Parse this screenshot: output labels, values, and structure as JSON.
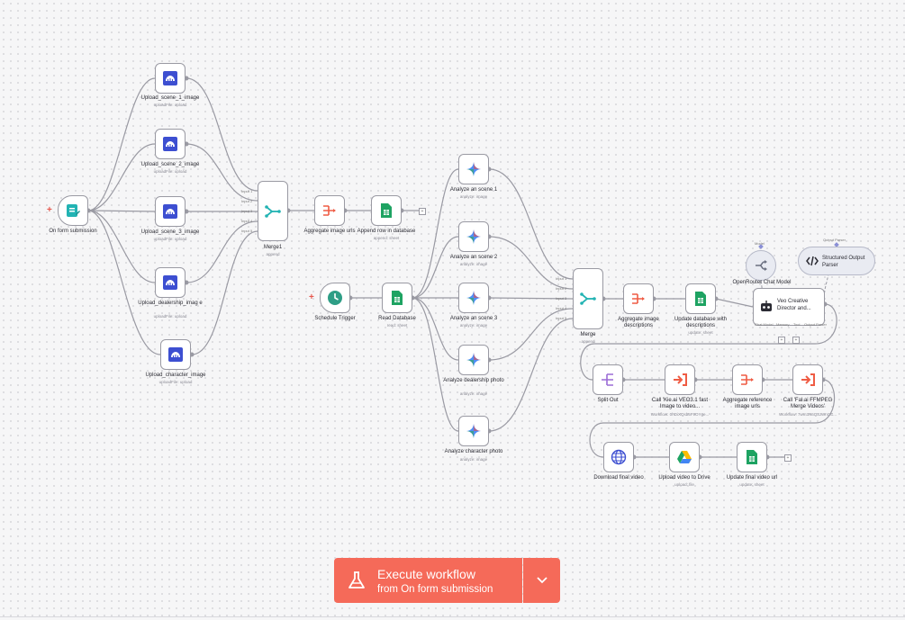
{
  "nodes": {
    "form": {
      "label": "On form submission"
    },
    "up1": {
      "label": "Upload_scene_1_image",
      "sub": "uploadFile: upload"
    },
    "up2": {
      "label": "Upload_scene_2_image",
      "sub": "uploadFile: upload"
    },
    "up3": {
      "label": "Upload_scene_3_image",
      "sub": "uploadFile: upload"
    },
    "up4": {
      "label": "Upload_dealership_imag e",
      "sub": "uploadFile: upload"
    },
    "up5": {
      "label": "Upload_character_image",
      "sub": "uploadFile: upload"
    },
    "merge1": {
      "label": "Merge1",
      "sub": "append",
      "inputs": [
        "Input 1",
        "Input 2",
        "Input 3",
        "Input 4",
        "Input 5"
      ]
    },
    "agg1": {
      "label": "Aggregate image urls"
    },
    "append_row": {
      "label": "Append row in database",
      "sub": "append: sheet"
    },
    "an1": {
      "label": "Analyze an scene 1",
      "sub": "analyze: image"
    },
    "an2": {
      "label": "Analyze an scene 2",
      "sub": "analyze: image"
    },
    "an3": {
      "label": "Analyze an scene 3",
      "sub": "analyze: image"
    },
    "an4": {
      "label": "Analyze dealership photo",
      "sub": "analyze: image"
    },
    "an5": {
      "label": "Analyze character photo",
      "sub": "analyze: image"
    },
    "schedule": {
      "label": "Schedule Trigger"
    },
    "readdb": {
      "label": "Read Database",
      "sub": "read: sheet"
    },
    "merge2": {
      "label": "Merge",
      "sub": "append",
      "inputs": [
        "Input 1",
        "Input 2",
        "Input 3",
        "Input 4",
        "Input 5"
      ]
    },
    "agg2": {
      "label": "Aggregate image descriptions"
    },
    "updatedb": {
      "label": "Update database with descriptions",
      "sub": "update: sheet"
    },
    "agent": {
      "label": "Veo Creative Director and...",
      "ports": [
        "Chat Model",
        "Memory",
        "Tool",
        "Output Parser"
      ]
    },
    "openrouter": {
      "label": "OpenRouter Chat Model",
      "port_label": "Model"
    },
    "parser": {
      "label": "Structured Output Parser",
      "port_label": "Output Parser"
    },
    "splitout": {
      "label": "Split Out"
    },
    "callkie": {
      "label": "Call 'Kie.ai VEO3.1 fast Image to video...",
      "sub": "Workflow: 0hDiXQsb5F9OYge..."
    },
    "agg3": {
      "label": "Aggregate reference image urls"
    },
    "callfal": {
      "label": "Call 'Fal.ai FFMPEG Merge Videos'",
      "sub": "Workflow: 7wm3N6Q3JWnCC..."
    },
    "download": {
      "label": "Download final video"
    },
    "uploaddrive": {
      "label": "Upload video to Drive",
      "sub": "upload: file"
    },
    "updatefinal": {
      "label": "Update final video url",
      "sub": "update: sheet"
    }
  },
  "execute": {
    "title": "Execute workflow",
    "subtitle": "from On form submission"
  },
  "colors": {
    "accent": "#f56a59",
    "edge": "#9a9aa3",
    "dropbox": "#3d4fd1",
    "gemini": "#4f8ef7",
    "sheets": "#1ea362",
    "teal": "#22b3b3",
    "aggregate": "#ef5c44"
  },
  "icons": {
    "form": "form-icon",
    "upload": "cloud-upload-icon",
    "merge": "merge-icon",
    "aggregate": "aggregate-icon",
    "sheets": "sheets-icon",
    "gemini": "gemini-sparkle-icon",
    "schedule": "clock-icon",
    "agent": "robot-icon",
    "openrouter": "openrouter-icon",
    "parser": "code-icon",
    "split": "split-icon",
    "workflow": "execute-workflow-icon",
    "http": "globe-icon",
    "drive": "google-drive-icon",
    "flask": "flask-icon",
    "chevron": "chevron-down-icon"
  }
}
